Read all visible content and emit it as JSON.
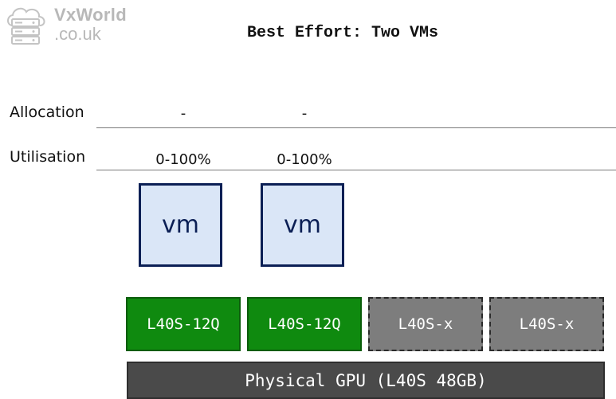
{
  "logo": {
    "brand_line1": "VxWorld",
    "brand_line2": ".co.uk",
    "icon": "server-cloud-icon"
  },
  "title": "Best Effort: Two VMs",
  "rows": {
    "allocation_label": "Allocation",
    "utilisation_label": "Utilisation"
  },
  "columns": [
    {
      "allocation": "-",
      "utilisation": "0-100%",
      "vm_label": "vm",
      "vgpu_label": "L40S-12Q",
      "state": "assigned"
    },
    {
      "allocation": "-",
      "utilisation": "0-100%",
      "vm_label": "vm",
      "vgpu_label": "L40S-12Q",
      "state": "assigned"
    },
    {
      "vgpu_label": "L40S-x",
      "state": "unassigned"
    },
    {
      "vgpu_label": "L40S-x",
      "state": "unassigned"
    }
  ],
  "physical_gpu": {
    "label": "Physical GPU (L40S 48GB)"
  },
  "colors": {
    "vm_fill": "#dae6f7",
    "vm_border": "#0b1f55",
    "assigned_vgpu": "#0f8a0f",
    "unassigned_vgpu": "#7d7d7d",
    "physical_gpu": "#4a4a4a"
  }
}
